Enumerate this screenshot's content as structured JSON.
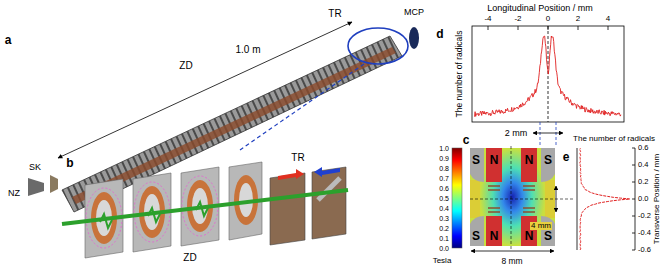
{
  "diagram": {
    "labels": [
      "a",
      "NZ",
      "SK",
      "ZD",
      "1.0 m",
      "TR",
      "MCP",
      "b",
      "ZD",
      "TR",
      "d",
      "Longitudinal Position / mm",
      "The number of radicals",
      "-4",
      "-2",
      "0",
      "2",
      "4",
      "2 mm",
      "c",
      "S",
      "N",
      "N",
      "S",
      "S",
      "N",
      "N",
      "S",
      "1.0",
      "0.9",
      "0.8",
      "0.7",
      "0.6",
      "0.5",
      "0.4",
      "0.3",
      "0.2",
      "0.1",
      "0.0",
      "Tesla",
      "4 mm",
      "8 mm",
      "e",
      "The number of radicals",
      "Transverse Position / mm",
      "0.6",
      "0.4",
      "0.2",
      "0.0",
      "-0.2",
      "-0.4",
      "-0.6"
    ]
  }
}
